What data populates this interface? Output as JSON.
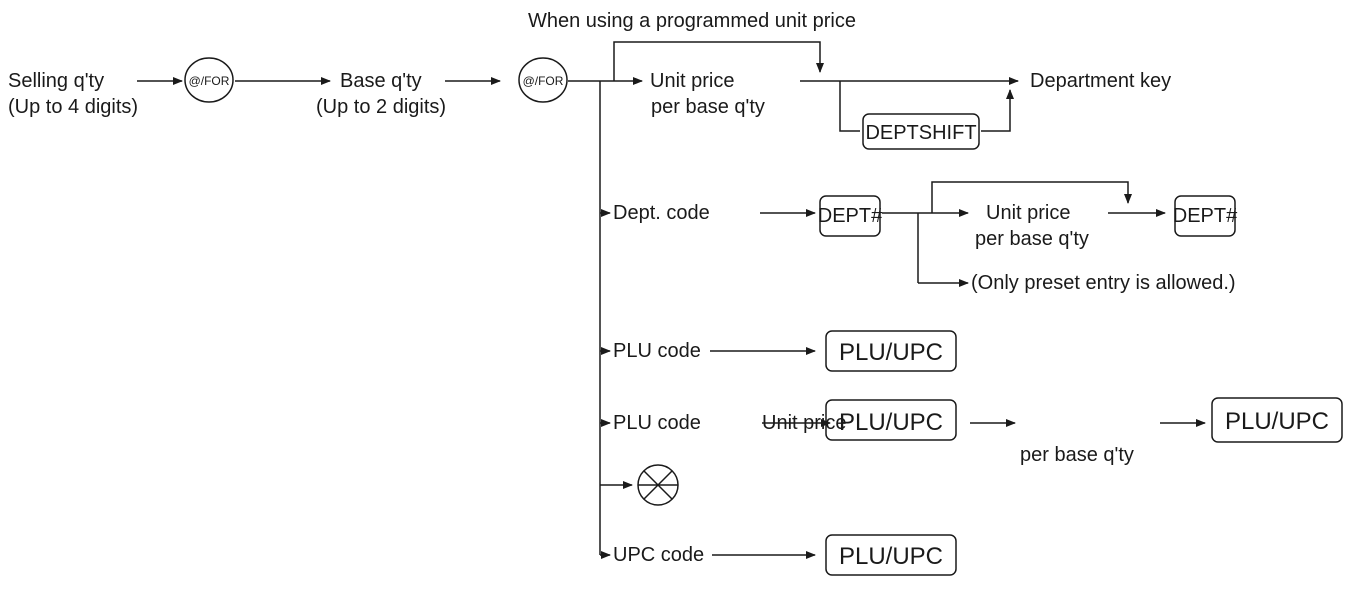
{
  "texts": {
    "top_label": "When using a programmed unit price",
    "selling_qty": "Selling q'ty",
    "selling_qty_sub": "(Up to 4 digits)",
    "base_qty": "Base q'ty",
    "base_qty_sub": "(Up to 2 digits)",
    "unit_price_1": "Unit price",
    "per_base_1": "per base q'ty",
    "department_key": "Department key",
    "dept_code": "Dept. code",
    "unit_price_2": "Unit price",
    "per_base_2": "per base q'ty",
    "only_preset": "(Only preset entry is allowed.)",
    "plu_code_1": "PLU code",
    "plu_code_2": "PLU code",
    "unit_price_3": "Unit price",
    "per_base_3": "per base q'ty",
    "upc_code": "UPC code"
  },
  "keys": {
    "at_for_1": "@/FOR",
    "at_for_2": "@/FOR",
    "deptshift": "DEPTSHIFT",
    "dept_hash_1": "DEPT#",
    "dept_hash_2": "DEPT#",
    "plu_upc_1": "PLU/UPC",
    "plu_upc_2": "PLU/UPC",
    "plu_upc_3": "PLU/UPC",
    "plu_upc_4": "PLU/UPC"
  },
  "icons": {
    "circle_x": "circle-x-key-icon"
  }
}
